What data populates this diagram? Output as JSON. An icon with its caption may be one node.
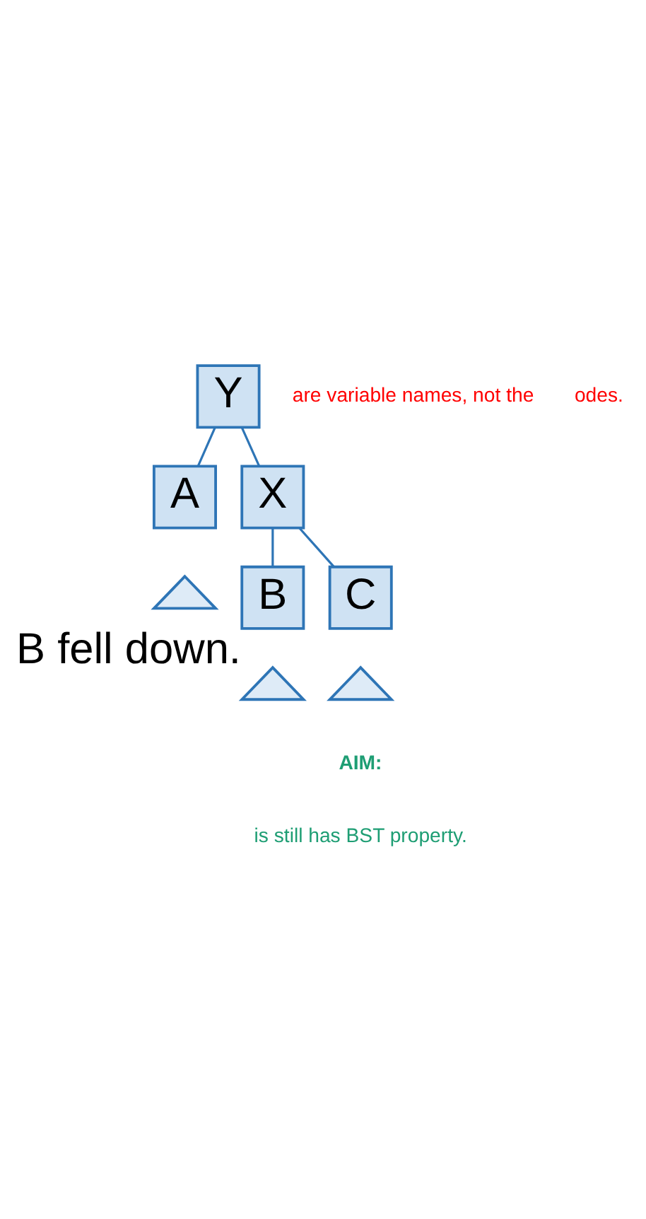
{
  "diagram": {
    "nodes": [
      {
        "text": [
          "Y"
        ]
      },
      {
        "text": [
          "A"
        ]
      },
      {
        "text": [
          "X"
        ]
      },
      {
        "text": [],
        "shape": "triangle"
      },
      {
        "text": [
          "B"
        ],
        "beside": [
          "B fell down."
        ]
      },
      {
        "text": [
          "C"
        ]
      },
      {
        "text": [],
        "shape": "triangle"
      },
      {
        "text": [],
        "shape": "triangle"
      }
    ],
    "edges": [
      {
        "from": 0,
        "to": 1,
        "arrow": "none"
      },
      {
        "from": 0,
        "to": 2,
        "arrow": "none"
      },
      {
        "from": 2,
        "to": 4,
        "arrow": "none"
      },
      {
        "from": 2,
        "to": 5,
        "arrow": "none"
      }
    ],
    "labels": [
      "are variable names, not the",
      "odes.",
      "AIM:",
      "is still has BST property."
    ]
  }
}
